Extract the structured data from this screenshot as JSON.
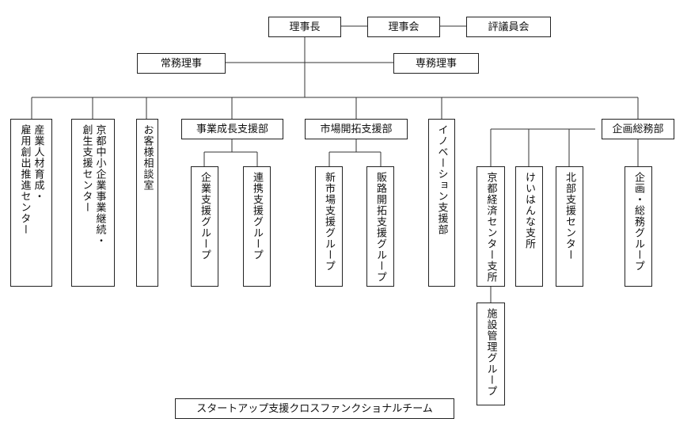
{
  "top": {
    "chairman": "理事長",
    "board": "理事会",
    "councilors": "評議員会",
    "standing_director": "常務理事",
    "executive_director": "専務理事"
  },
  "units": {
    "industry_center": [
      "産業人材育成・",
      "雇用創出推進センター"
    ],
    "succession_center": [
      "京都中小企業事業継続・",
      "創生支援センター"
    ],
    "consultation": [
      "お客様相談室"
    ],
    "growth_dept": "事業成長支援部",
    "market_dept": "市場開拓支援部",
    "innovation_dept": [
      "イノベーション支援部"
    ],
    "planning_dept": "企画総務部"
  },
  "groups": {
    "company_support": [
      "企業支援グループ"
    ],
    "collab_support": [
      "連携支援グループ"
    ],
    "new_market": [
      "新市場支援グループ"
    ],
    "sales_channel": [
      "販路開拓支援グループ"
    ],
    "keizai_center": [
      "京都経済センター支所"
    ],
    "keihanna": [
      "けいはんな支所"
    ],
    "hokubu": [
      "北部支援センター"
    ],
    "planning_group": [
      "企画・総務グループ"
    ],
    "facility_group": [
      "施設管理グループ"
    ]
  },
  "footer": {
    "startup_team": "スタートアップ支援クロスファンクショナルチーム"
  }
}
